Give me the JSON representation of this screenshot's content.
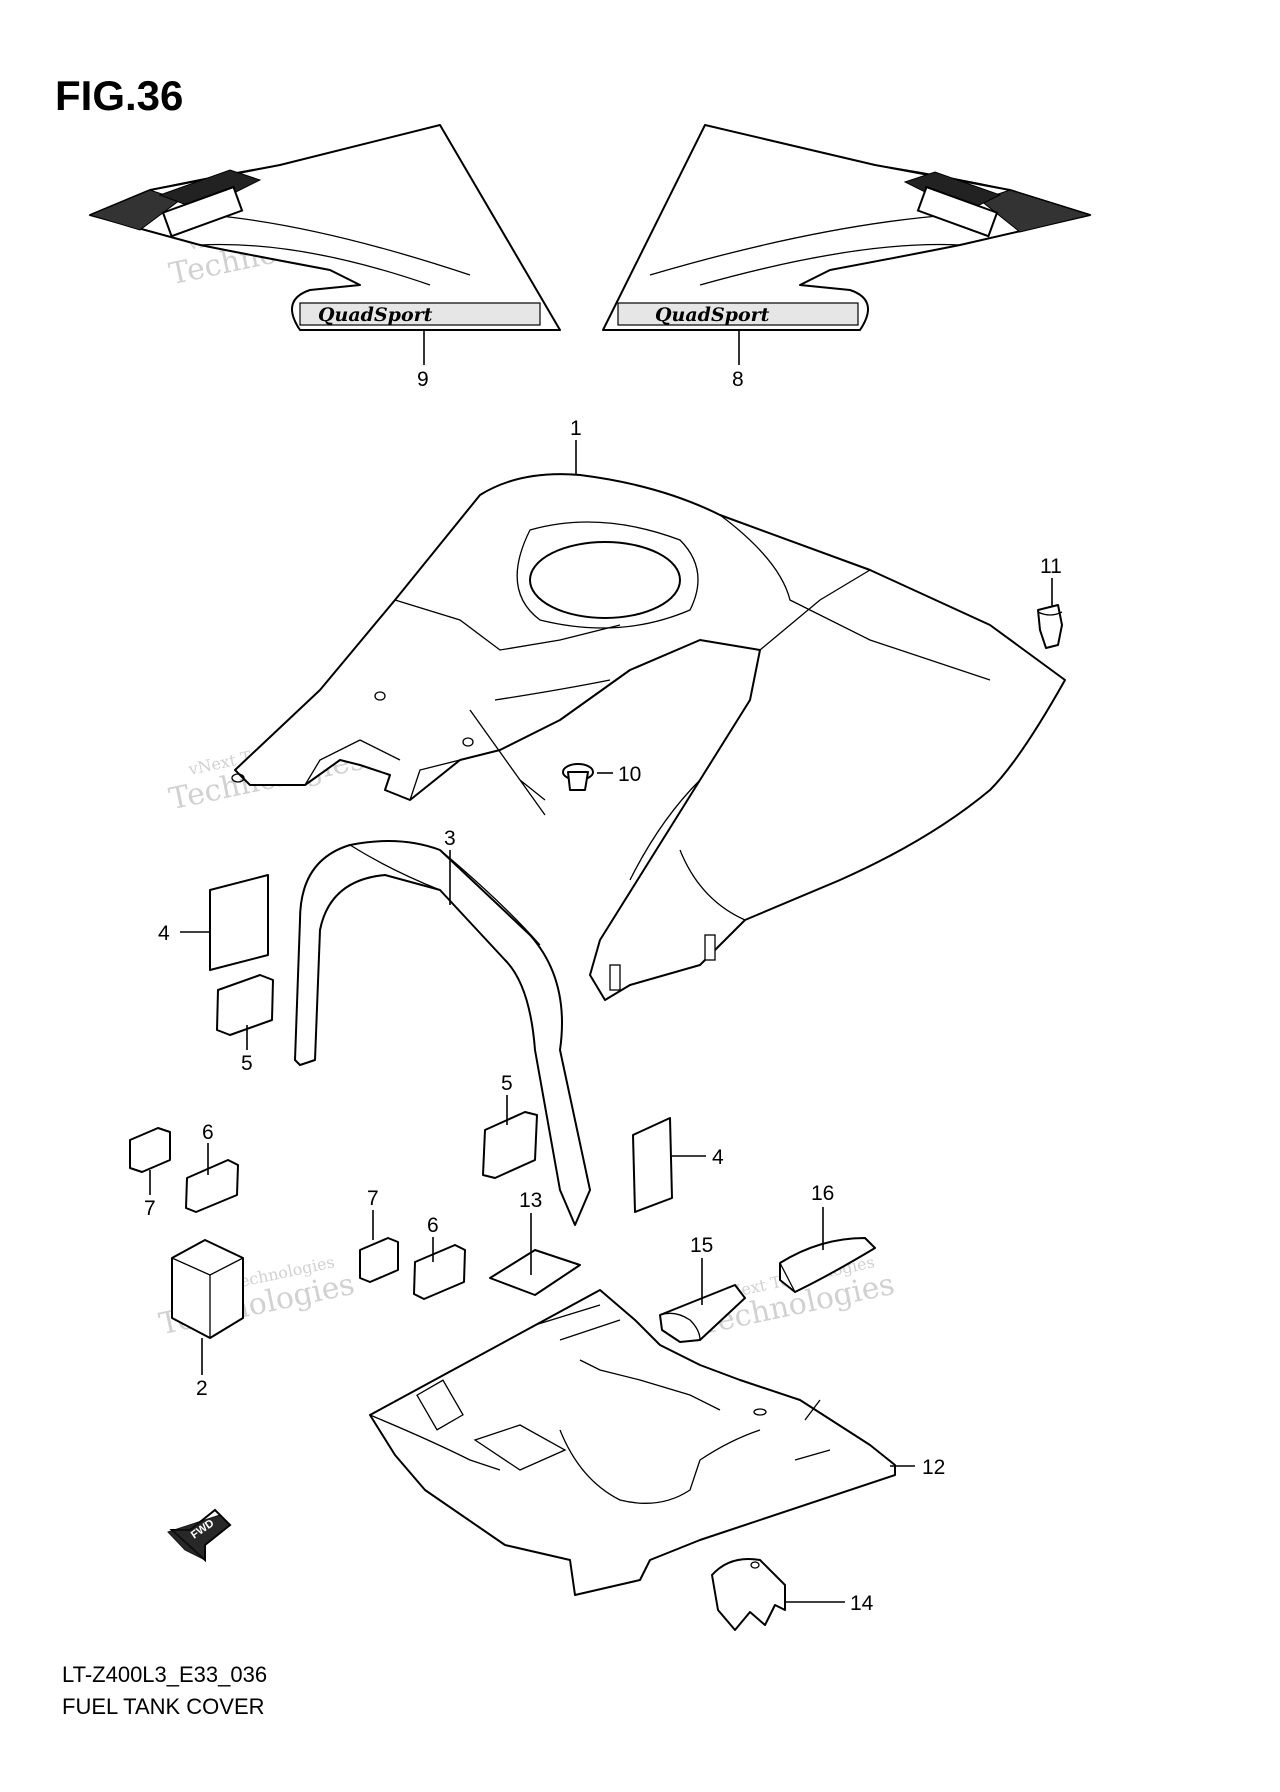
{
  "figure": {
    "title": "FIG.36",
    "code": "LT-Z400L3_E33_036",
    "name": "FUEL TANK COVER"
  },
  "decal_text": "QuadSport",
  "fwd_label": "FWD",
  "watermark": {
    "line1": "vNext Technologies",
    "line2": "Technologies"
  },
  "callouts": [
    {
      "ref": "9"
    },
    {
      "ref": "8"
    },
    {
      "ref": "1"
    },
    {
      "ref": "11"
    },
    {
      "ref": "10"
    },
    {
      "ref": "3"
    },
    {
      "ref": "4"
    },
    {
      "ref": "5"
    },
    {
      "ref": "5"
    },
    {
      "ref": "4"
    },
    {
      "ref": "6"
    },
    {
      "ref": "7"
    },
    {
      "ref": "7"
    },
    {
      "ref": "6"
    },
    {
      "ref": "13"
    },
    {
      "ref": "16"
    },
    {
      "ref": "15"
    },
    {
      "ref": "2"
    },
    {
      "ref": "12"
    },
    {
      "ref": "14"
    }
  ]
}
